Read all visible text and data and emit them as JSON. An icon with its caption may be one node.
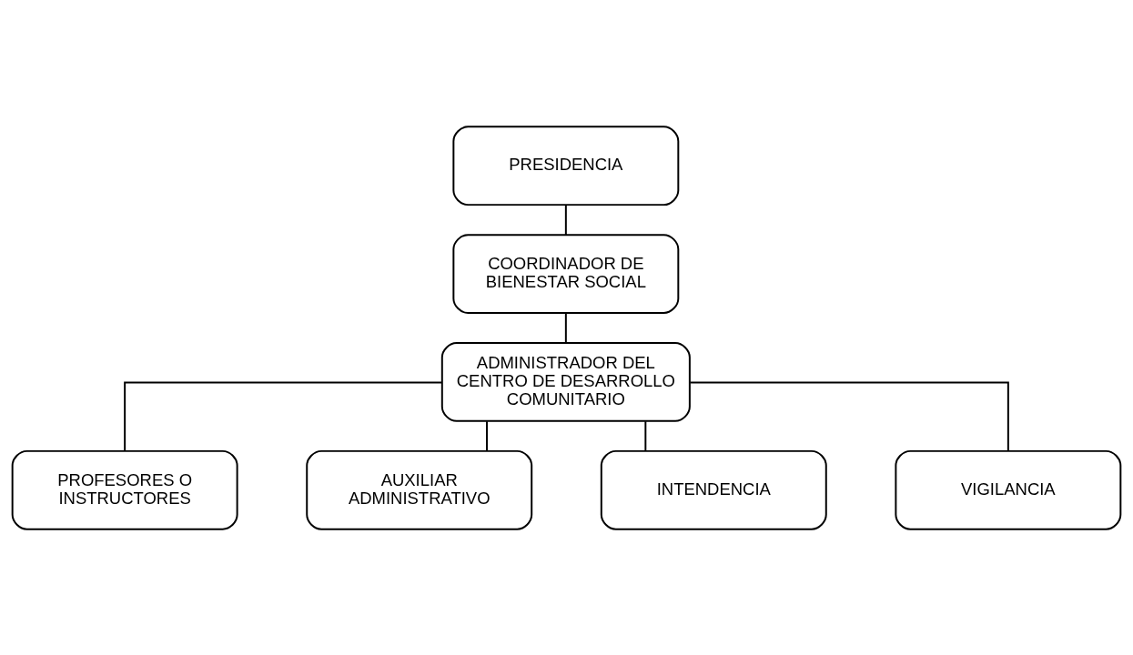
{
  "diagram": {
    "nodes": [
      {
        "text": [
          "PRESIDENCIA"
        ]
      },
      {
        "text": [
          "COORDINADOR DE BIENESTAR SOCIAL"
        ]
      },
      {
        "text": [
          "ADMINISTRADOR DEL CENTRO DE DESARROLLO COMUNITARIO"
        ]
      },
      {
        "text": [
          "PROFESORES O INSTRUCTORES"
        ]
      },
      {
        "text": [
          "AUXILIAR ADMINISTRATIVO"
        ]
      },
      {
        "text": [
          "INTENDENCIA"
        ]
      },
      {
        "text": [
          "VIGILANCIA"
        ]
      }
    ],
    "edges": [
      {
        "from": 0,
        "to": 1,
        "arrow": "none"
      },
      {
        "from": 1,
        "to": 2,
        "arrow": "none"
      },
      {
        "from": 2,
        "to": 3,
        "arrow": "none"
      },
      {
        "from": 2,
        "to": 4,
        "arrow": "none"
      },
      {
        "from": 2,
        "to": 5,
        "arrow": "none"
      },
      {
        "from": 2,
        "to": 6,
        "arrow": "none"
      }
    ]
  }
}
